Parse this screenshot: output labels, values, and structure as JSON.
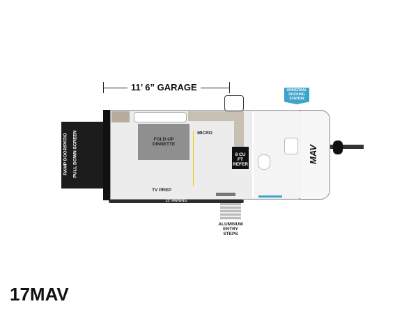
{
  "model": "17MAV",
  "garage_dimension": "11’ 6” GARAGE",
  "labels": {
    "ramp": "RAMP DOOR/PATIO",
    "screen": "PULL DOWN SCREEN",
    "dinette": "FOLD-UP DINNETTE",
    "micro": "MICRO",
    "refer": "8 CU FT REFER",
    "tv": "TV PREP",
    "awning": "13' AWNING",
    "steps": "ALUMINUM ENTRY STEPS",
    "docking": "UNIVERSAL DOCKING STATION",
    "logo": "MAV"
  },
  "colors": {
    "docking_badge": "#3ea3cc",
    "ramp": "#1c1c1c",
    "floor": "#ececec"
  }
}
